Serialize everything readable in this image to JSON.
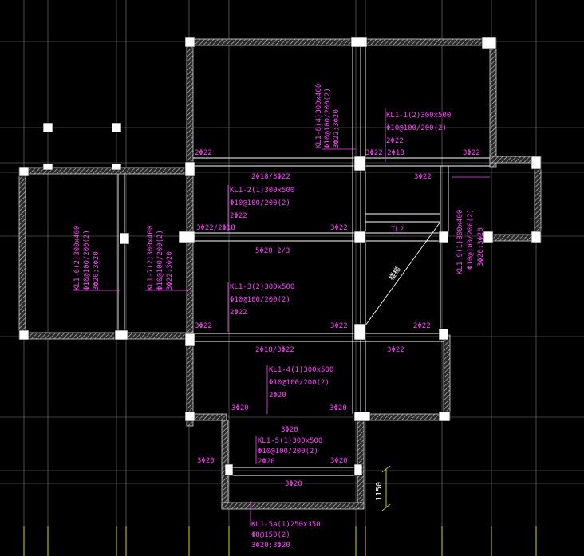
{
  "colors": {
    "background": "#000000",
    "grid": "#7d7d7d",
    "wall": "#b4b4b4",
    "beam": "#ffffff",
    "annotation": "#ff40ff",
    "yellow_marks": "#d8d800"
  },
  "beams": {
    "kl1_8": [
      "KL1-8(4)300x400",
      "Φ10@100/200(2)",
      "3Φ22;3Φ20"
    ],
    "kl1_1": [
      "KL1-1(2)300x500",
      "Φ10@100/200(2)",
      "2Φ22"
    ],
    "kl1_2": [
      "KL1-2(1)300x500",
      "Φ10@100/200(2)",
      "2Φ22"
    ],
    "kl1_3": [
      "KL1-3(2)300x500",
      "Φ10@100/200(2)",
      "2Φ22"
    ],
    "kl1_4": [
      "KL1-4(1)300x500",
      "Φ10@100/200(2)",
      "2Φ20"
    ],
    "kl1_5": [
      "KL1-5(1)300x500",
      "Φ10@100/200(2)",
      "2Φ20"
    ],
    "kl1_5a": [
      "KL1-5a(1)250x350",
      "Φ8@150(2)",
      "3Φ20;3Φ20"
    ],
    "kl1_6": [
      "KL1-6(2)300x400",
      "Φ10@100/200(2)",
      "3Φ20;3Φ20"
    ],
    "kl1_7": [
      "KL1-7(2)300x400",
      "Φ10@100/200(2)",
      "3Φ22;3Φ20"
    ],
    "kl1_9": [
      "KL1-9(1)300x400",
      "Φ10@100/200(2)",
      "3Φ20;3Φ20"
    ]
  },
  "rebar_labels": {
    "a": "2Φ22",
    "b": "3Φ22 2Φ18",
    "c": "3Φ22",
    "d": "2Φ18/3Φ22",
    "e": "3Φ22",
    "f": "3Φ22/2Φ18",
    "g": "3Φ22",
    "h": "TL2",
    "i": "5Φ20 2/3",
    "j": "3Φ22",
    "k": "3Φ22",
    "l": "2Φ22",
    "m": "2Φ18/3Φ22",
    "n": "3Φ22",
    "o": "3Φ20",
    "p": "3Φ20",
    "q": "3Φ20",
    "r": "3Φ20",
    "s": "3Φ20",
    "t": "3Φ20",
    "u": "2Φ22"
  },
  "stair_note": "楼梯",
  "dimension": "1150"
}
